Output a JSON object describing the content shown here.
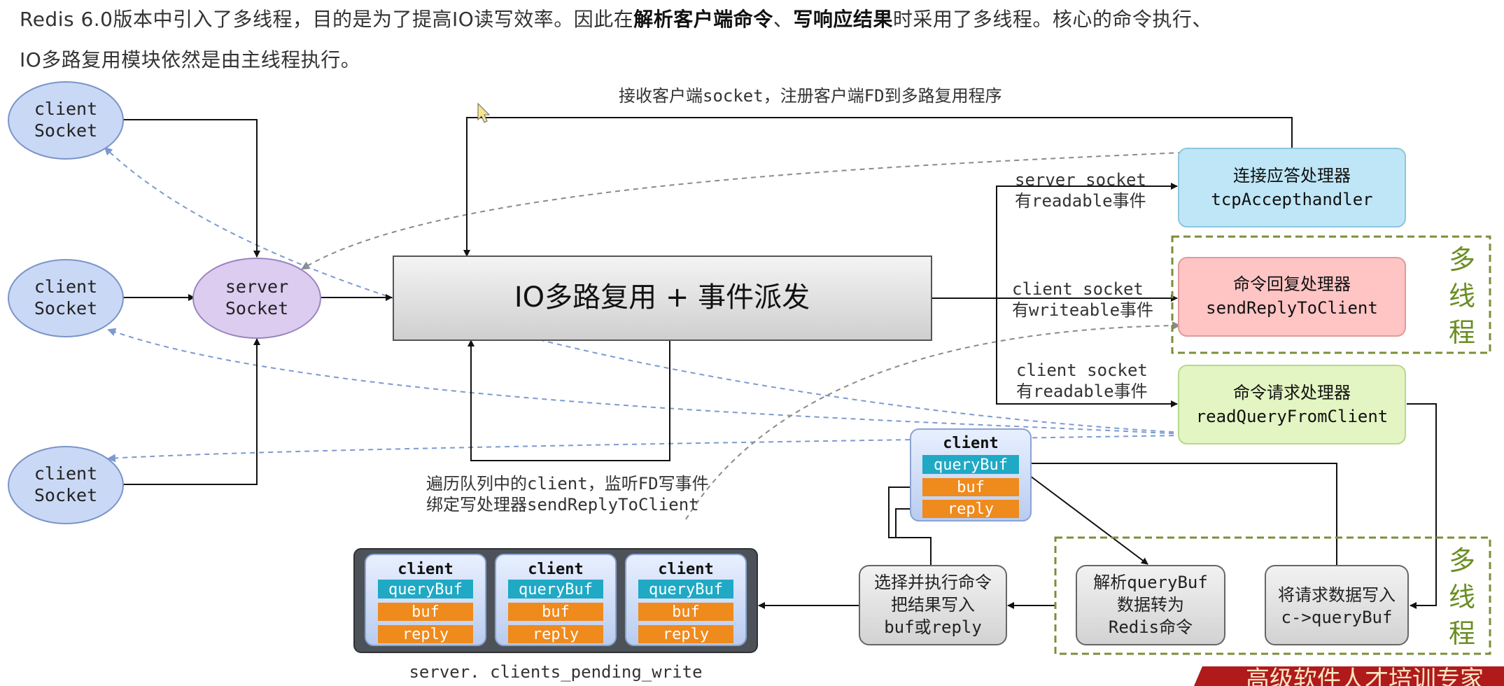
{
  "description": {
    "line1": {
      "pre": "Redis 6.0版本中引入了多线程，目的是为了提高IO读写效率。因此在",
      "b1": "解析客户端命令",
      "mid": "、",
      "b2": "写响应结果",
      "post": "时采用了多线程。核心的命令执行、"
    },
    "line2": "IO多路复用模块依然是由主线程执行。"
  },
  "nodes": {
    "client_socket": [
      "client",
      "Socket"
    ],
    "server_socket": [
      "server",
      "Socket"
    ],
    "io_box": "IO多路复用  +  事件派发",
    "handler_accept": [
      "连接应答处理器",
      "tcpAccepthandler"
    ],
    "handler_reply": [
      "命令回复处理器",
      "sendReplyToClient"
    ],
    "handler_read": [
      "命令请求处理器",
      "readQueryFromClient"
    ],
    "client_block": {
      "title": "client",
      "fields": [
        "queryBuf",
        "buf",
        "reply"
      ]
    },
    "proc_execute": [
      "选择并执行命令",
      "把结果写入",
      "buf或reply"
    ],
    "proc_parse": [
      "解析queryBuf",
      "数据转为",
      "Redis命令"
    ],
    "proc_write": [
      "将请求数据写入",
      "c->queryBuf"
    ]
  },
  "labels": {
    "accept_note": "接收客户端socket，注册客户端FD到多路复用程序",
    "ev_server": [
      "server socket",
      "有readable事件"
    ],
    "ev_write": [
      "client socket",
      "有writeable事件"
    ],
    "ev_read": [
      "client socket",
      "有readable事件"
    ],
    "traverse": [
      "遍历队列中的client，监听FD写事件",
      "绑定写处理器sendReplyToClient"
    ],
    "pending": "server. clients_pending_write",
    "multithread": [
      "多",
      "线",
      "程"
    ],
    "watermark": "高级软件人才培训专家"
  },
  "colors": {
    "ellipse_fill": "#c9d8f5",
    "server_fill": "#dcccf0",
    "accept_fill": "#bfe6f7",
    "reply_fill": "#ffc4c4",
    "read_fill": "#e3f5c2",
    "teal": "#1fa9c4",
    "orange": "#ef8a1d",
    "dashed_green": "#7a8f3a",
    "dashed_blue": "#7b9ad0"
  }
}
